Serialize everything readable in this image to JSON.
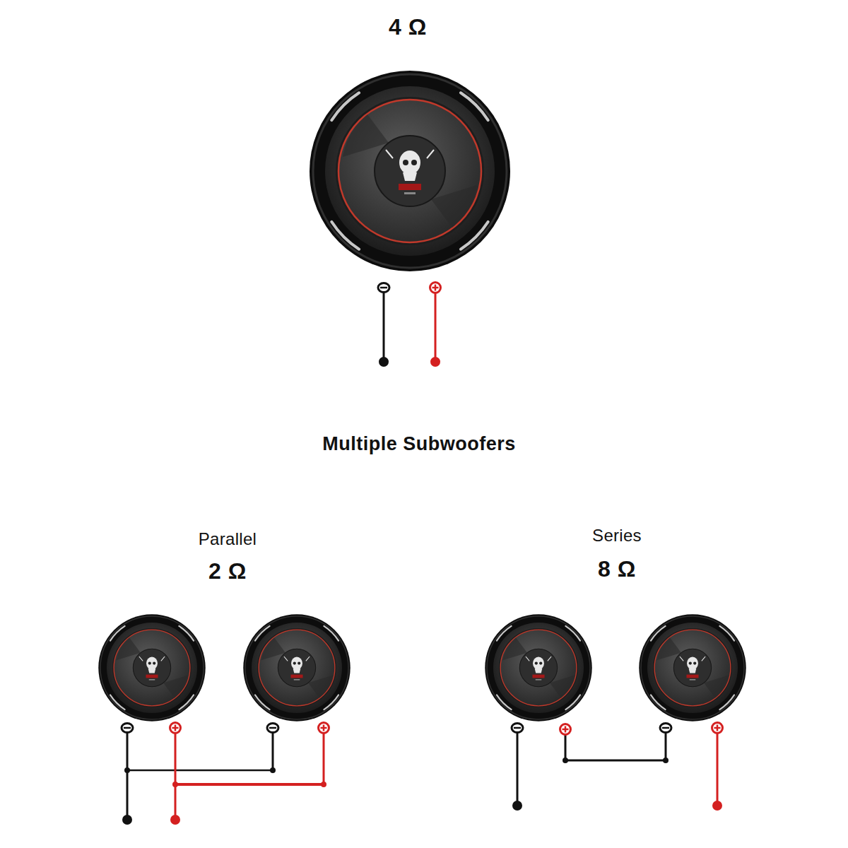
{
  "diagram": {
    "labels": [
      "4 Ω",
      "Multiple Subwoofers",
      "Parallel",
      "2 Ω",
      "Series",
      "8 Ω"
    ]
  }
}
